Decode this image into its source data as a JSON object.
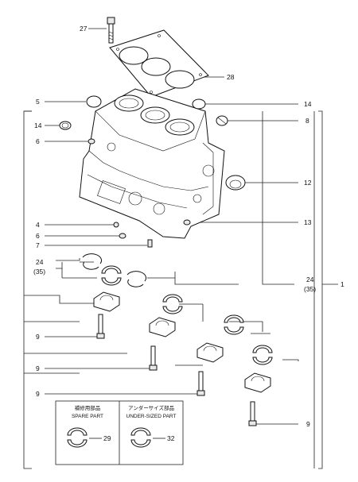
{
  "callouts": {
    "c27": "27",
    "c28": "28",
    "c5": "5",
    "c14_left": "14",
    "c6_top": "6",
    "c14_right": "14",
    "c8": "8",
    "c12": "12",
    "c13": "13",
    "c4": "4",
    "c6_mid": "6",
    "c7": "7",
    "c24_left": "24",
    "c35_left": "(35)",
    "c24_right": "24",
    "c35_right": "(35)",
    "c1": "1",
    "c9_a": "9",
    "c9_b": "9",
    "c9_c": "9",
    "c9_d": "9",
    "c29": "29",
    "c32": "32"
  },
  "legend": {
    "spare_jp": "補修用部品",
    "spare_en": "SPARE PART",
    "undersize_jp": "アンダーサイズ部品",
    "undersize_en": "UNDER-SIZED PART"
  }
}
